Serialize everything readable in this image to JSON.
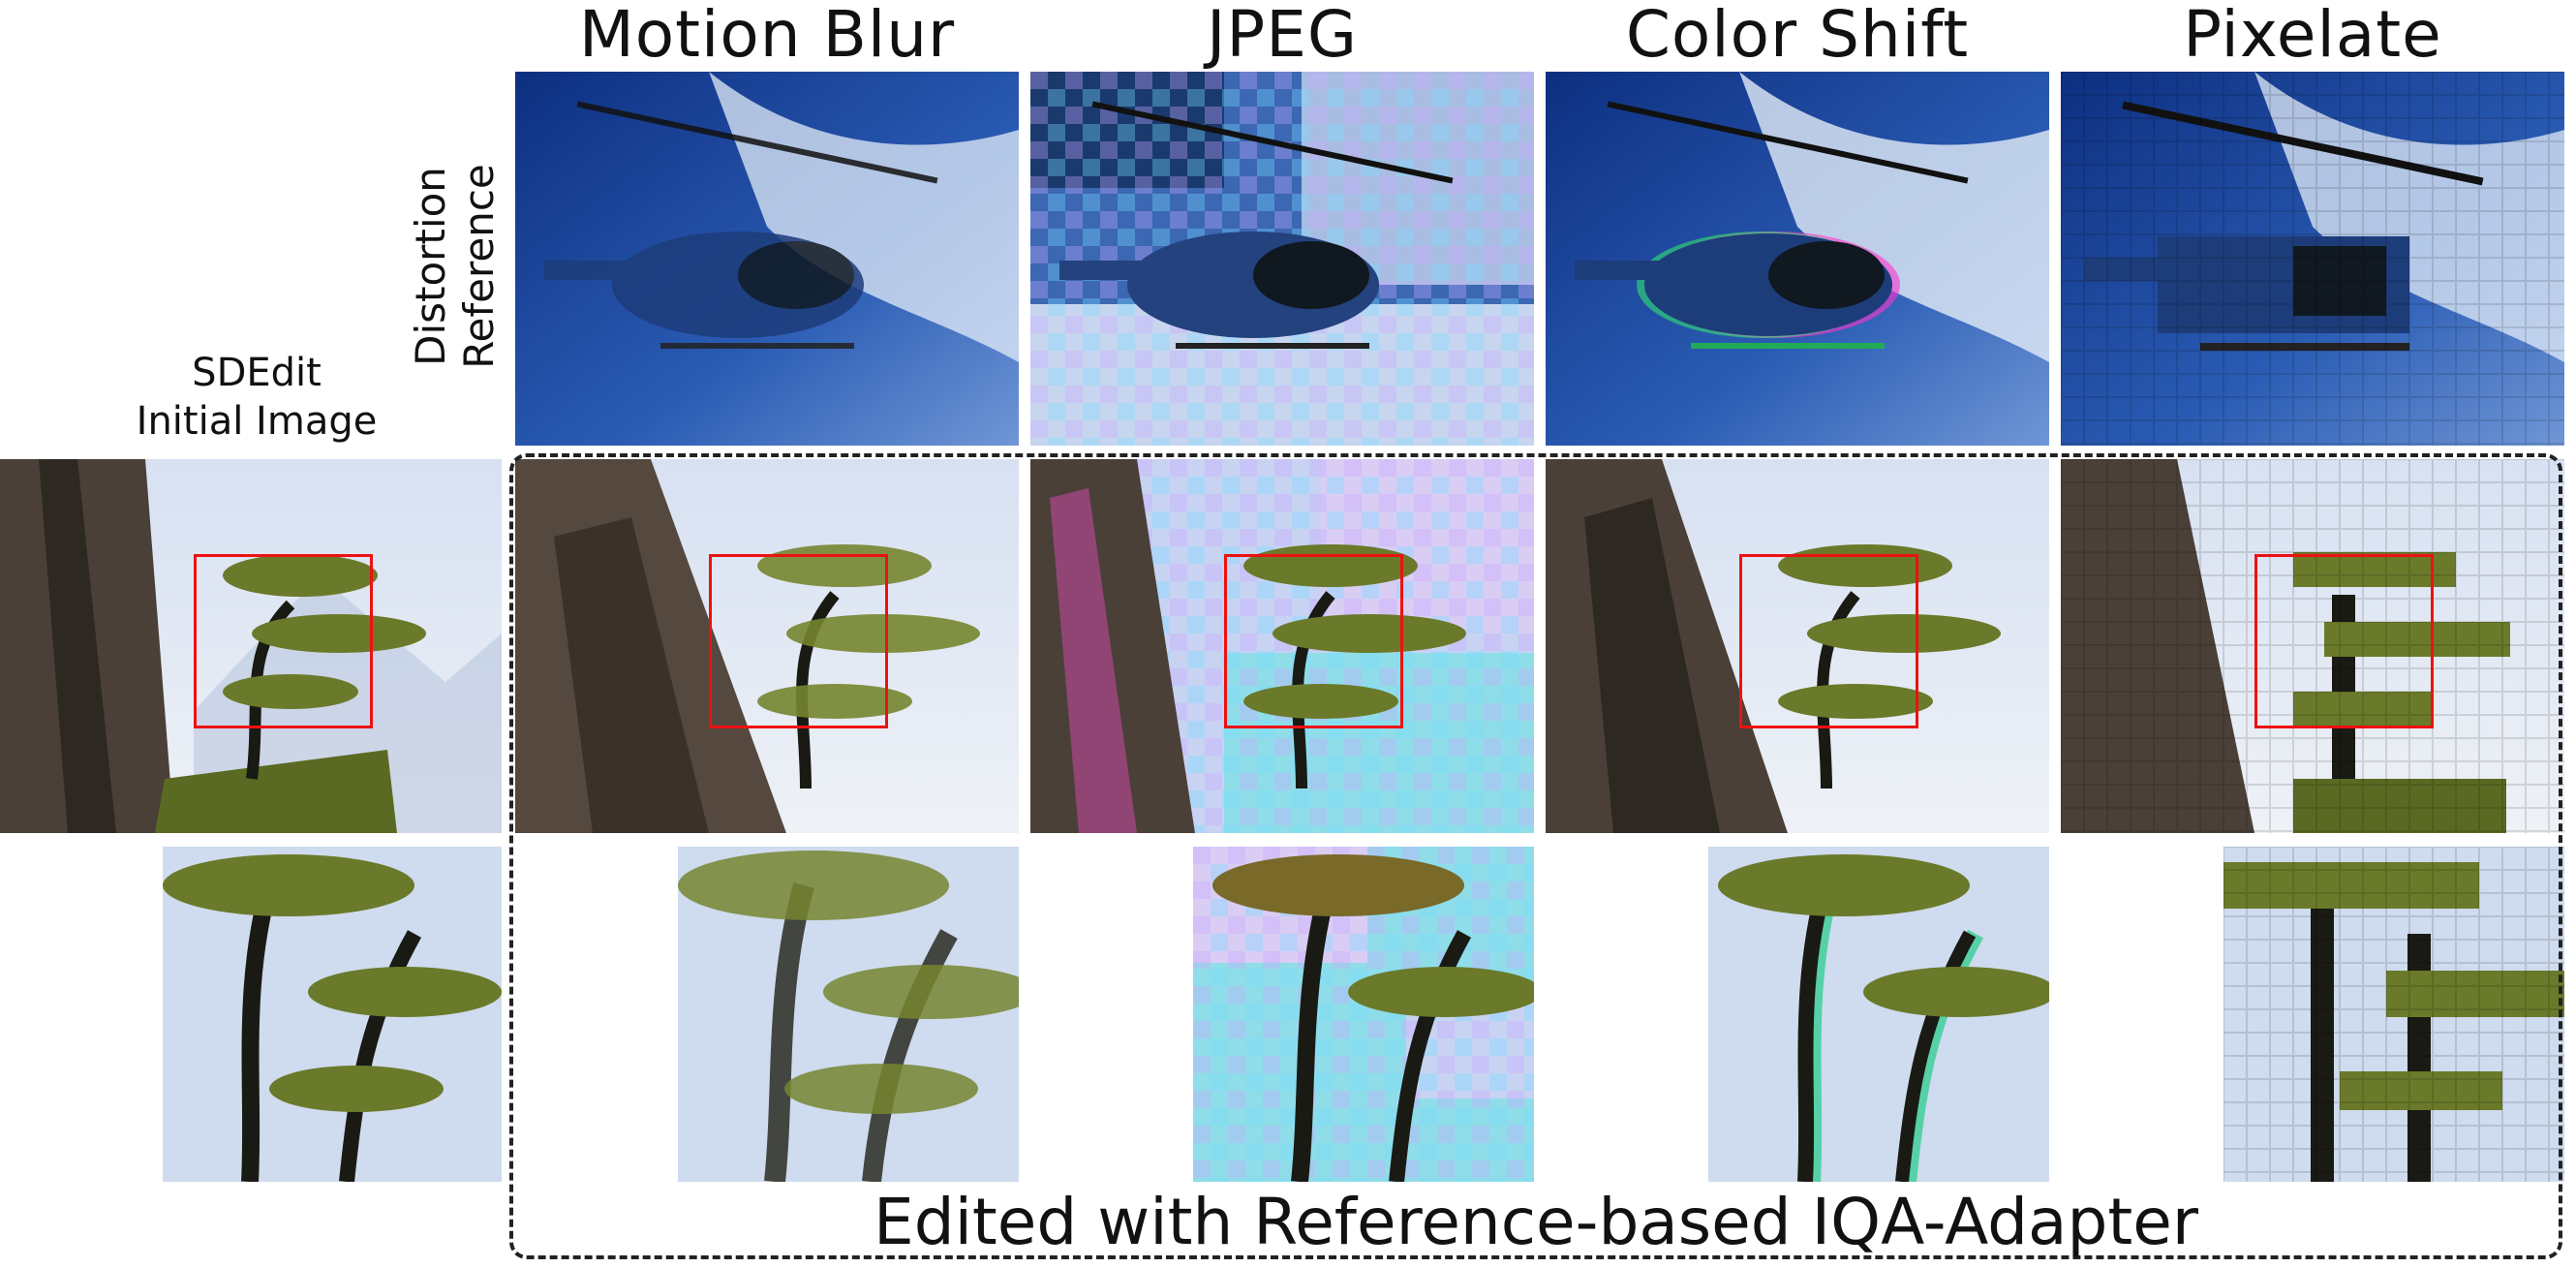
{
  "columns": [
    {
      "title": "Motion Blur",
      "accent": "#2a4f9a"
    },
    {
      "title": "JPEG",
      "accent": "#7e8fd6"
    },
    {
      "title": "Color Shift",
      "accent": "#2f58a8"
    },
    {
      "title": "Pixelate",
      "accent": "#3a64b3"
    }
  ],
  "row_label": {
    "line1": "Distortion",
    "line2": "Reference"
  },
  "initial_label": {
    "line1": "SDEdit",
    "line2": "Initial Image"
  },
  "footer": "Edited with Reference-based IQA-Adapter",
  "colors": {
    "sky": "#1f4fa8",
    "cloud": "#dfe8f6",
    "rock": "#4a4038",
    "pine": "#6a7a2a",
    "highlight": "#e11111"
  },
  "icons": [
    "helicopter-image",
    "pine-tree-image",
    "pine-crop-image"
  ]
}
